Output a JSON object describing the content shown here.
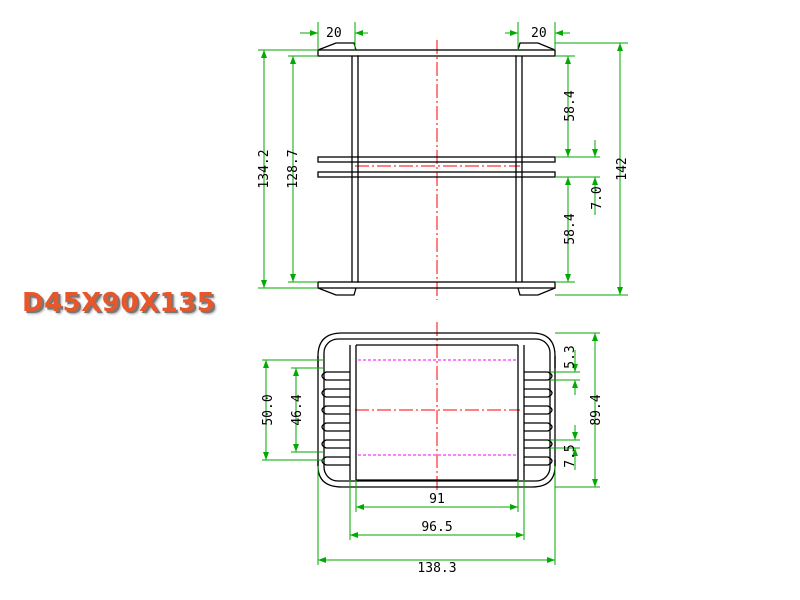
{
  "title": "D45X90X135",
  "colors": {
    "outline": "#000000",
    "dimension": "#00aa00",
    "centerline": "#ff0000",
    "hidden": "#ff00ff",
    "title": "#e8572a"
  },
  "top_view": {
    "dims": {
      "flange_left": "20",
      "flange_right": "20",
      "total_height": "142",
      "inner_height_a": "134.2",
      "inner_height_b": "128.7",
      "upper_section": "58.4",
      "lower_section": "58.4",
      "divider_gap": "7.0"
    }
  },
  "bottom_view": {
    "dims": {
      "slot_pitch_top": "5.3",
      "slot_pitch_bottom": "7.5",
      "height_right": "89.4",
      "height_left_a": "50.0",
      "height_left_b": "46.4",
      "core_width": "91",
      "bobbin_width": "96.5",
      "overall_width": "138.3"
    }
  }
}
